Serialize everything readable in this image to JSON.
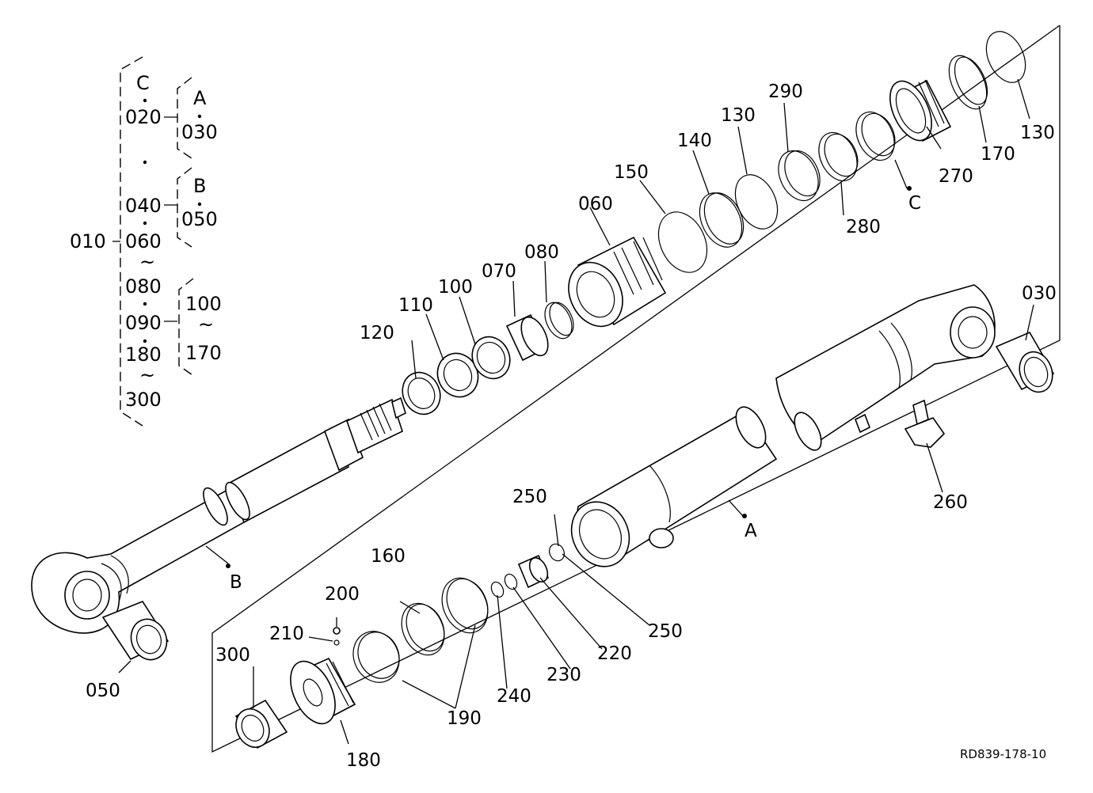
{
  "labels": {
    "p030": "030",
    "p050": "050",
    "p060": "060",
    "p070": "070",
    "p080": "080",
    "p100": "100",
    "p110": "110",
    "p120": "120",
    "p130a": "130",
    "p130b": "130",
    "p140": "140",
    "p150": "150",
    "p160": "160",
    "p170": "170",
    "p180": "180",
    "p190": "190",
    "p200": "200",
    "p210": "210",
    "p220": "220",
    "p230": "230",
    "p240": "240",
    "p250a": "250",
    "p250b": "250",
    "p260": "260",
    "p270": "270",
    "p280": "280",
    "p290": "290",
    "p300": "300",
    "markA": "A",
    "markB": "B",
    "markC": "C"
  },
  "tree": {
    "c": "C",
    "n020": "020",
    "a": "A",
    "n030": "030",
    "b": "B",
    "n040": "040",
    "n050": "050",
    "n010": "010",
    "n060": "060",
    "tilde1": "~",
    "n080": "080",
    "n090": "090",
    "n100": "100",
    "tilde2": "~",
    "n170": "170",
    "n180": "180",
    "tilde3": "~",
    "n300": "300"
  },
  "reference": "RD839-178-10"
}
